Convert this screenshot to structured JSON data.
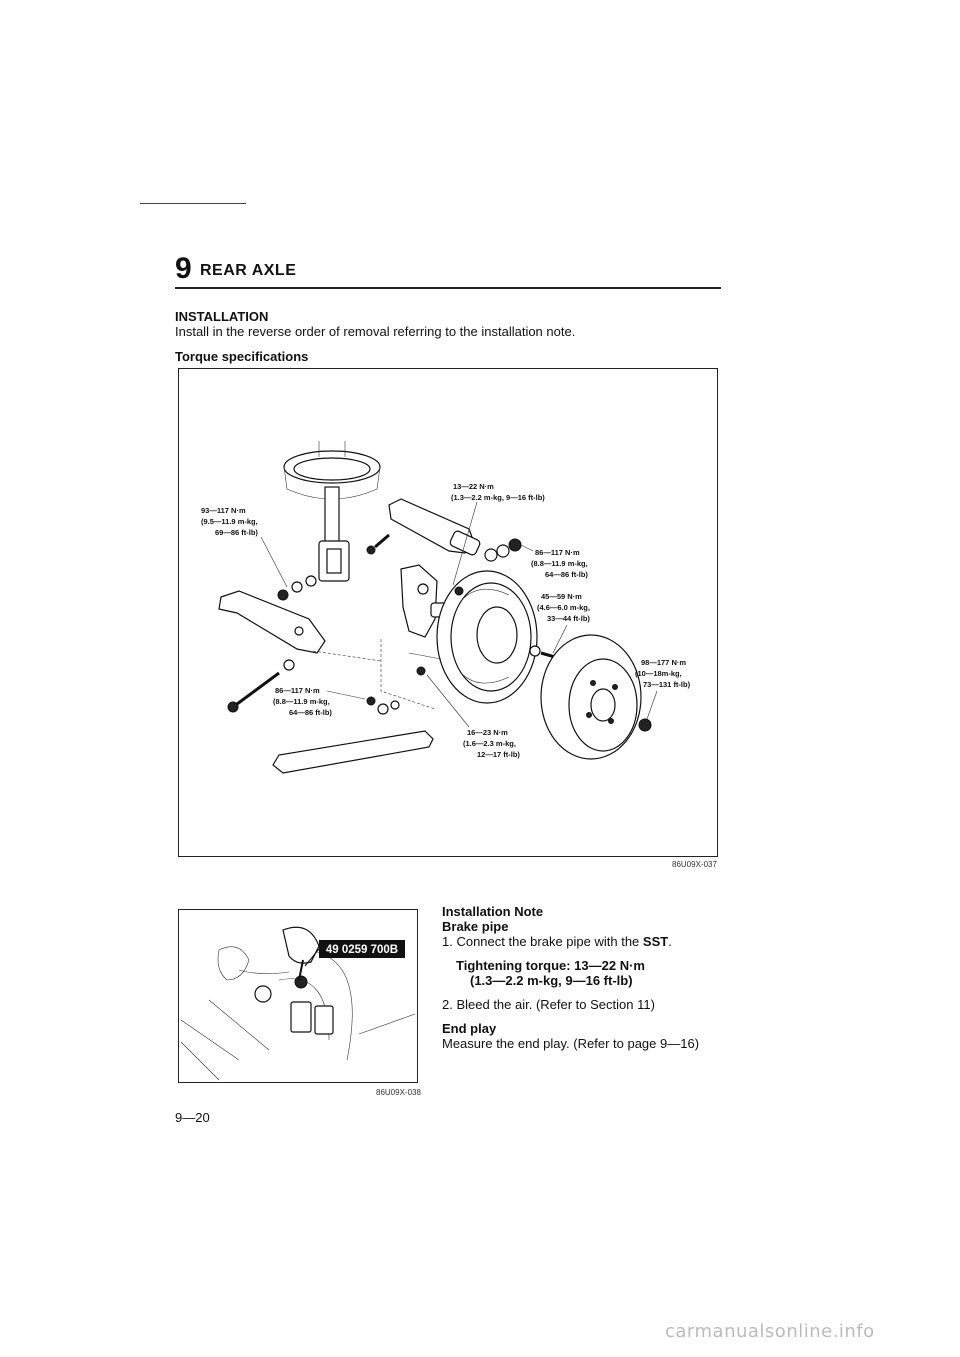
{
  "header": {
    "chapter_number": "9",
    "chapter_title": "REAR AXLE"
  },
  "installation": {
    "heading": "INSTALLATION",
    "text": "Install in the reverse order of removal referring to the installation note."
  },
  "torque_specs": {
    "heading": "Torque specifications"
  },
  "figure1": {
    "code": "86U09X-037",
    "labels": {
      "strut_bolt": [
        "93—117 N·m",
        "(9.5—11.9 m-kg,",
        "69—86 ft-lb)"
      ],
      "brake_pipe": [
        "13—22 N·m",
        "(1.3—2.2 m-kg, 9—16 ft-lb)"
      ],
      "lateral_link": [
        "86—117 N·m",
        "(8.8—11.9 m-kg,",
        "64—86 ft-lb)"
      ],
      "backing_plate": [
        "45—59 N·m",
        "(4.6—6.0 m-kg,",
        "33—44 ft-lb)"
      ],
      "hub_nut": [
        "98—177 N·m",
        "(10—18m-kg,",
        "73—131 ft-lb)"
      ],
      "trailing_link": [
        "86—117 N·m",
        "(8.8—11.9 m-kg,",
        "64—86 ft-lb)"
      ],
      "brake_hose": [
        "16—23 N·m",
        "(1.6—2.3 m-kg,",
        "12—17 ft-lb)"
      ]
    }
  },
  "figure2": {
    "code": "86U09X-038",
    "tool_label": "49 0259 700B"
  },
  "installation_note": {
    "heading": "Installation Note",
    "brake_pipe_heading": "Brake pipe",
    "step1_prefix": "1. Connect the brake pipe with the ",
    "step1_bold": "SST",
    "step1_suffix": ".",
    "torque_line1": "Tightening torque: 13—22 N·m",
    "torque_line2": "(1.3—2.2 m-kg, 9—16 ft-lb)",
    "step2": "2. Bleed the air. (Refer to Section 11)",
    "end_play_heading": "End play",
    "end_play_text": "Measure the end play. (Refer to page 9—16)"
  },
  "page_number": "9—20",
  "footer_watermark": "carmanualsonline.info"
}
